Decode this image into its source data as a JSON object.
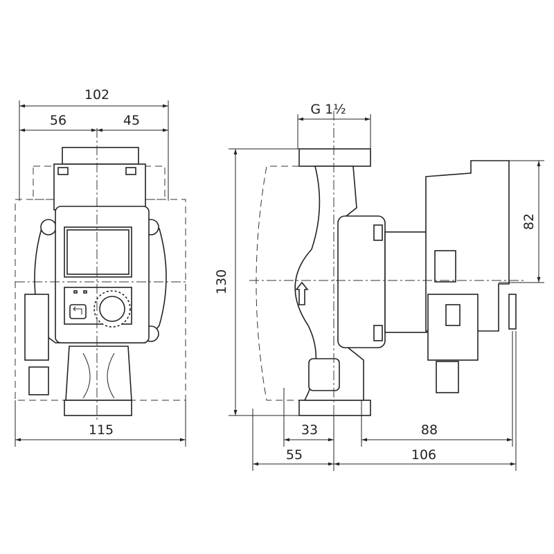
{
  "title": "Pump dimension drawing",
  "front_view": {
    "overall_width": "102",
    "left_to_center": "56",
    "center_to_right": "45",
    "bottom_width": "115"
  },
  "side_view": {
    "thread": "G 1½",
    "height": "130",
    "motor_height": "82",
    "dim_33": "33",
    "dim_88": "88",
    "dim_55": "55",
    "dim_106": "106"
  }
}
